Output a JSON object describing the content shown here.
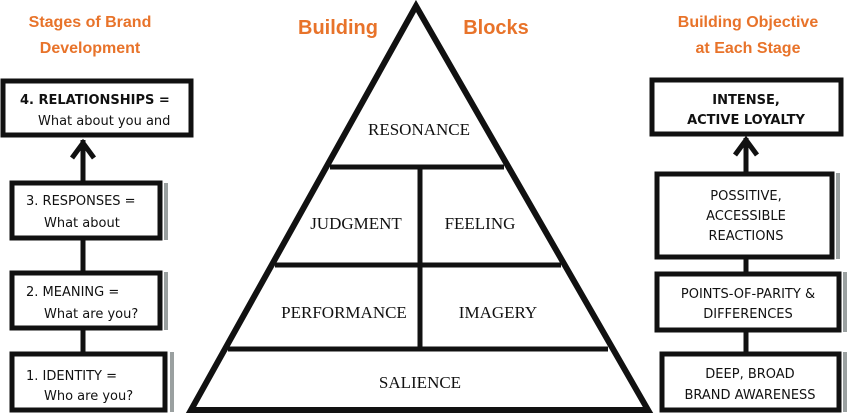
{
  "left_column": {
    "title_line1": "Stages of Brand",
    "title_line2": "Development",
    "stages": [
      {
        "line1": "1. IDENTITY =",
        "line2": "Who are you?"
      },
      {
        "line1": "2. MEANING =",
        "line2": "What are you?"
      },
      {
        "line1": "3. RESPONSES =",
        "line2": "What about"
      },
      {
        "line1": "4. RELATIONSHIPS =",
        "line2": "What about you and"
      }
    ]
  },
  "center": {
    "title_left": "Building",
    "title_right": "Blocks",
    "blocks": {
      "resonance": "RESONANCE",
      "judgment": "JUDGMENT",
      "feeling": "FEELING",
      "performance": "PERFORMANCE",
      "imagery": "IMAGERY",
      "salience": "SALIENCE"
    }
  },
  "right_column": {
    "title_line1": "Building Objective",
    "title_line2": "at Each Stage",
    "objectives": [
      {
        "lines": [
          "DEEP, BROAD",
          "BRAND AWARENESS"
        ]
      },
      {
        "lines": [
          "POINTS-OF-PARITY &",
          "DIFFERENCES"
        ]
      },
      {
        "lines": [
          "POSSITIVE,",
          "ACCESSIBLE",
          "REACTIONS"
        ]
      },
      {
        "lines": [
          "INTENSE,",
          "ACTIVE LOYALTY"
        ]
      }
    ]
  },
  "colors": {
    "accent": "#E8732A",
    "stroke": "#111111",
    "shadow": "#9aa0a0"
  }
}
